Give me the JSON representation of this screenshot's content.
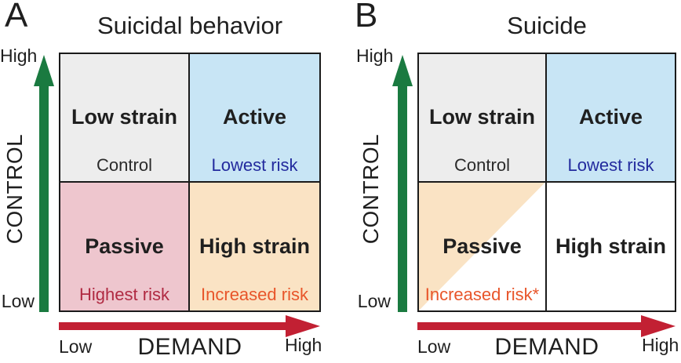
{
  "figure": {
    "panels": [
      {
        "letter": "A",
        "title": "Suicidal behavior",
        "y_axis": {
          "label": "CONTROL",
          "top_tick": "High",
          "bottom_tick": "Low"
        },
        "x_axis": {
          "label": "DEMAND",
          "left_tick": "Low",
          "right_tick": "High"
        },
        "quadrants": {
          "top_left": {
            "name": "Low strain",
            "note": "Control",
            "bg": "#ededed",
            "note_color": "#2b2b2b"
          },
          "top_right": {
            "name": "Active",
            "note": "Lowest risk",
            "bg": "#c8e5f5",
            "note_color": "#232b9e"
          },
          "bottom_left": {
            "name": "Passive",
            "note": "Highest risk",
            "bg": "#eec6ce",
            "note_color": "#b02a42"
          },
          "bottom_right": {
            "name": "High strain",
            "note": "Increased risk",
            "bg": "#fae3c4",
            "note_color": "#e8552a"
          }
        }
      },
      {
        "letter": "B",
        "title": "Suicide",
        "y_axis": {
          "label": "CONTROL",
          "top_tick": "High",
          "bottom_tick": "Low"
        },
        "x_axis": {
          "label": "DEMAND",
          "left_tick": "Low",
          "right_tick": "High"
        },
        "quadrants": {
          "top_left": {
            "name": "Low strain",
            "note": "Control",
            "bg": "#ededed",
            "note_color": "#2b2b2b"
          },
          "top_right": {
            "name": "Active",
            "note": "Lowest risk",
            "bg": "#c8e5f5",
            "note_color": "#232b9e"
          },
          "bottom_left": {
            "name": "Passive",
            "note": "Increased risk*",
            "bg": "#ffffff",
            "note_color": "#e8552a",
            "partial_fill": "#fae3c4"
          },
          "bottom_right": {
            "name": "High strain",
            "note": "",
            "bg": "#ffffff",
            "note_color": "#1f1f1f"
          }
        }
      }
    ],
    "colors": {
      "control_arrow_green": "#1a7a40",
      "demand_arrow_red": "#c22033",
      "grid_border": "#1a1a1a"
    }
  }
}
